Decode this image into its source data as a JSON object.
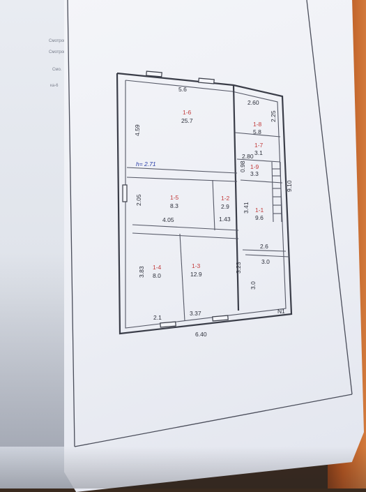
{
  "sheet": {
    "colors": {
      "paper": "#eceef4",
      "ink": "#3a3d48",
      "room_id_ink": "#c23a3a",
      "height_ink": "#2a3ea8",
      "desk": "#b8561f"
    }
  },
  "background_sheet": {
    "lines": [
      "Смотровой",
      "Смотровой",
      "Смо.",
      "ка-6"
    ]
  },
  "plan": {
    "height_note": "h= 2.71",
    "rooms": [
      {
        "id": "1-6",
        "area": "25.7"
      },
      {
        "id": "1-8",
        "area": "5.8"
      },
      {
        "id": "1-7",
        "area": "3.1"
      },
      {
        "id": "1-9",
        "area": "3.3"
      },
      {
        "id": "1-5",
        "area": "8.3"
      },
      {
        "id": "1-2",
        "area": "2.9"
      },
      {
        "id": "1-1",
        "area": "9.6"
      },
      {
        "id": "1-4",
        "area": "8.0"
      },
      {
        "id": "1-3",
        "area": "12.9"
      }
    ],
    "dimensions": {
      "top_width": "5.6",
      "left_upper": "4.59",
      "right_small_top": "2.60",
      "right_small_side": "2.25",
      "stair_width": "2.80",
      "stair_height": "0.98",
      "right_total": "9.10",
      "left_middle": "2.05",
      "mid_width": "4.05",
      "corridor_width": "1.43",
      "corridor_side": "3.41",
      "hall_width": "2.6",
      "hall_bottom": "3.0",
      "left_lower": "3.83",
      "mid_lower": "3.23",
      "right_lower": "3.0",
      "bottom_left": "2.1",
      "bottom_mid": "3.37",
      "bottom_total": "6.40",
      "entry_mark": "N1"
    }
  }
}
